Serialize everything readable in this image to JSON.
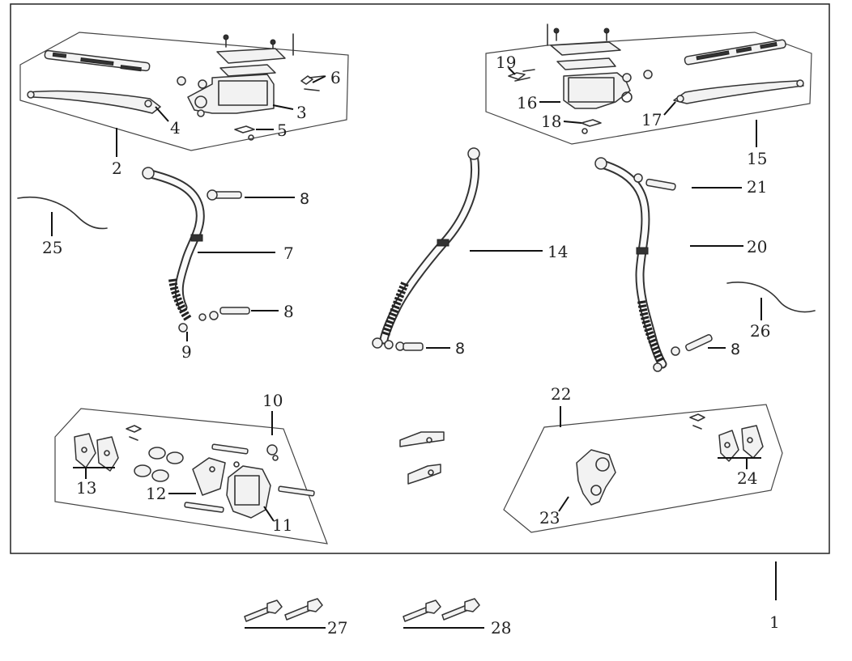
{
  "diagram": {
    "labels": {
      "p1": "1",
      "p2": "2",
      "p3": "3",
      "p4": "4",
      "p5": "5",
      "p6": "6",
      "p7": "7",
      "p8a": "8",
      "p8b": "8",
      "p8c": "8",
      "p8d": "8",
      "p9": "9",
      "p10": "10",
      "p11": "11",
      "p12": "12",
      "p13": "13",
      "p14": "14",
      "p15": "15",
      "p16": "16",
      "p17": "17",
      "p18": "18",
      "p19": "19",
      "p20": "20",
      "p21": "21",
      "p22": "22",
      "p23": "23",
      "p24": "24",
      "p25": "25",
      "p26": "26",
      "p27": "27",
      "p28": "28"
    }
  }
}
